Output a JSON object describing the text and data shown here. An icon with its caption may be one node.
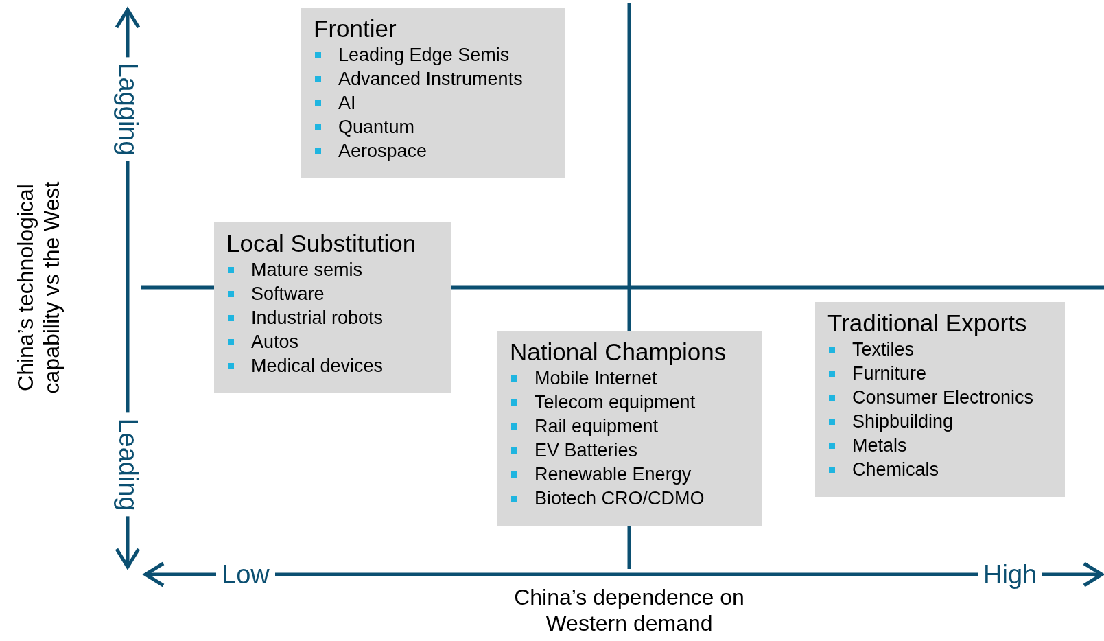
{
  "diagram": {
    "nodes": [
      {
        "text": [
          "Frontier",
          "Leading Edge Semis",
          "Advanced Instruments",
          "AI",
          "Quantum",
          "Aerospace"
        ]
      },
      {
        "text": [
          "Local Substitution",
          "Mature semis",
          "Software",
          "Industrial robots",
          "Autos",
          "Medical devices"
        ]
      },
      {
        "text": [
          "National Champions",
          "Mobile Internet",
          "Telecom equipment",
          "Rail equipment",
          "EV Batteries",
          "Renewable Energy",
          "Biotech CRO/CDMO"
        ]
      },
      {
        "text": [
          "Traditional Exports",
          "Textiles",
          "Furniture",
          "Consumer Electronics",
          "Shipbuilding",
          "Metals",
          "Chemicals"
        ]
      }
    ],
    "edges": [],
    "labels": [
      "Lagging",
      "China’s technological capability vs the West",
      "Leading",
      "Low",
      "High",
      "China’s dependence on Western demand"
    ]
  }
}
